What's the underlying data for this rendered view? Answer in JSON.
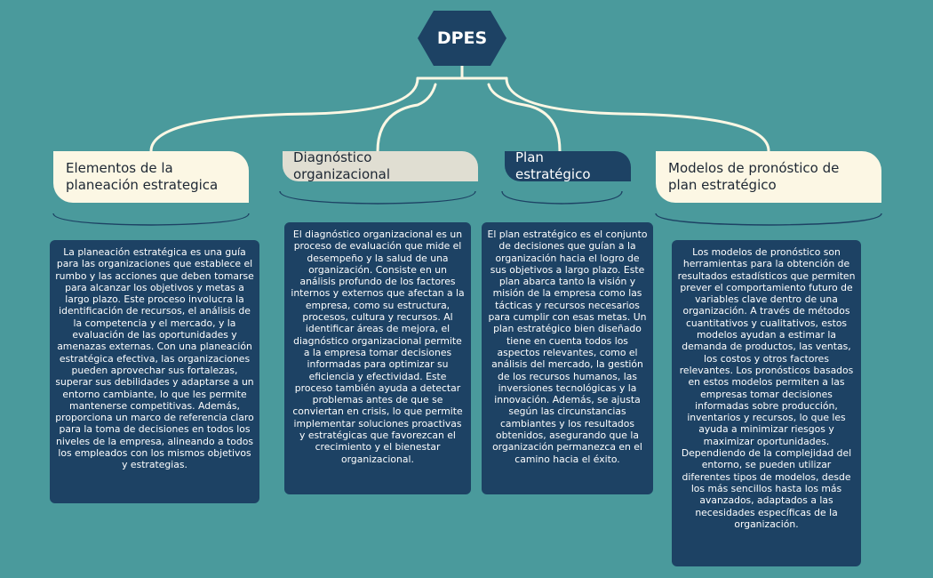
{
  "root": {
    "label": "DPES"
  },
  "branches": [
    {
      "title": "Elementos de la planeación estrategica",
      "description": "La planeación estratégica es una guía para las organizaciones que establece el rumbo y las acciones que deben tomarse para alcanzar los objetivos y metas a largo plazo. Este proceso involucra la identificación de recursos, el análisis de la competencia y el mercado, y la evaluación de las oportunidades y amenazas externas. Con una planeación estratégica efectiva, las organizaciones pueden aprovechar sus fortalezas, superar sus debilidades y adaptarse a un entorno cambiante, lo que les permite mantenerse competitivas. Además, proporciona un marco de referencia claro para la toma de decisiones en todos los niveles de la empresa, alineando a todos los empleados con los mismos objetivos y estrategias."
    },
    {
      "title": "Diagnóstico organizacional",
      "description": "El diagnóstico organizacional es un proceso de evaluación que mide el desempeño y la salud de una organización. Consiste en un análisis profundo de los factores internos y externos que afectan a la empresa, como su estructura, procesos, cultura y recursos. Al identificar áreas de mejora, el diagnóstico organizacional permite a la empresa tomar decisiones informadas para optimizar su eficiencia y efectividad. Este proceso también ayuda a detectar problemas antes de que se conviertan en crisis, lo que permite implementar soluciones proactivas y estratégicas que favorezcan el crecimiento y el bienestar organizacional."
    },
    {
      "title": "Plan estratégico",
      "description": "El plan estratégico es el conjunto de decisiones que guían a la organización hacia el logro de sus objetivos a largo plazo. Este plan abarca tanto la visión y misión de la empresa como las tácticas y recursos necesarios para cumplir con esas metas. Un plan estratégico bien diseñado tiene en cuenta todos los aspectos relevantes, como el análisis del mercado, la gestión de los recursos humanos, las inversiones tecnológicas y la innovación. Además, se ajusta según las circunstancias cambiantes y los resultados obtenidos, asegurando que la organización permanezca en el camino hacia el éxito."
    },
    {
      "title": "Modelos de pronóstico de plan estratégico",
      "description": "Los modelos de pronóstico son herramientas para la obtención de resultados estadísticos que permiten prever el comportamiento futuro de variables clave dentro de una organización. A través de métodos cuantitativos y cualitativos, estos modelos ayudan a estimar la demanda de productos, las ventas, los costos y otros factores relevantes. Los pronósticos basados en estos modelos permiten a las empresas tomar decisiones informadas sobre producción, inventarios y recursos, lo que les ayuda a minimizar riesgos y maximizar oportunidades. Dependiendo de la complejidad del entorno, se pueden utilizar diferentes tipos de modelos, desde los más sencillos hasta los más avanzados, adaptados a las necesidades específicas de la organización."
    }
  ],
  "colors": {
    "background": "#4a9a9c",
    "dark": "#1d4264",
    "cream": "#fcf7e4",
    "grey": "#e0ded2"
  }
}
